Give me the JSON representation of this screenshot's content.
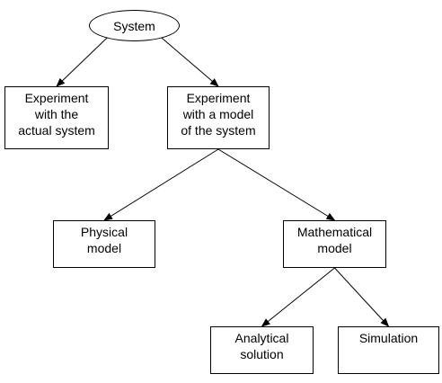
{
  "diagram": {
    "nodes": {
      "system": "System",
      "experiment_actual": "Experiment\nwith the\nactual system",
      "experiment_model": "Experiment\nwith a model\nof the system",
      "physical_model": "Physical\nmodel",
      "mathematical_model": "Mathematical\nmodel",
      "analytical_solution": "Analytical\nsolution",
      "simulation": "Simulation"
    },
    "edges": [
      [
        "system",
        "experiment_actual"
      ],
      [
        "system",
        "experiment_model"
      ],
      [
        "experiment_model",
        "physical_model"
      ],
      [
        "experiment_model",
        "mathematical_model"
      ],
      [
        "mathematical_model",
        "analytical_solution"
      ],
      [
        "mathematical_model",
        "simulation"
      ]
    ]
  }
}
